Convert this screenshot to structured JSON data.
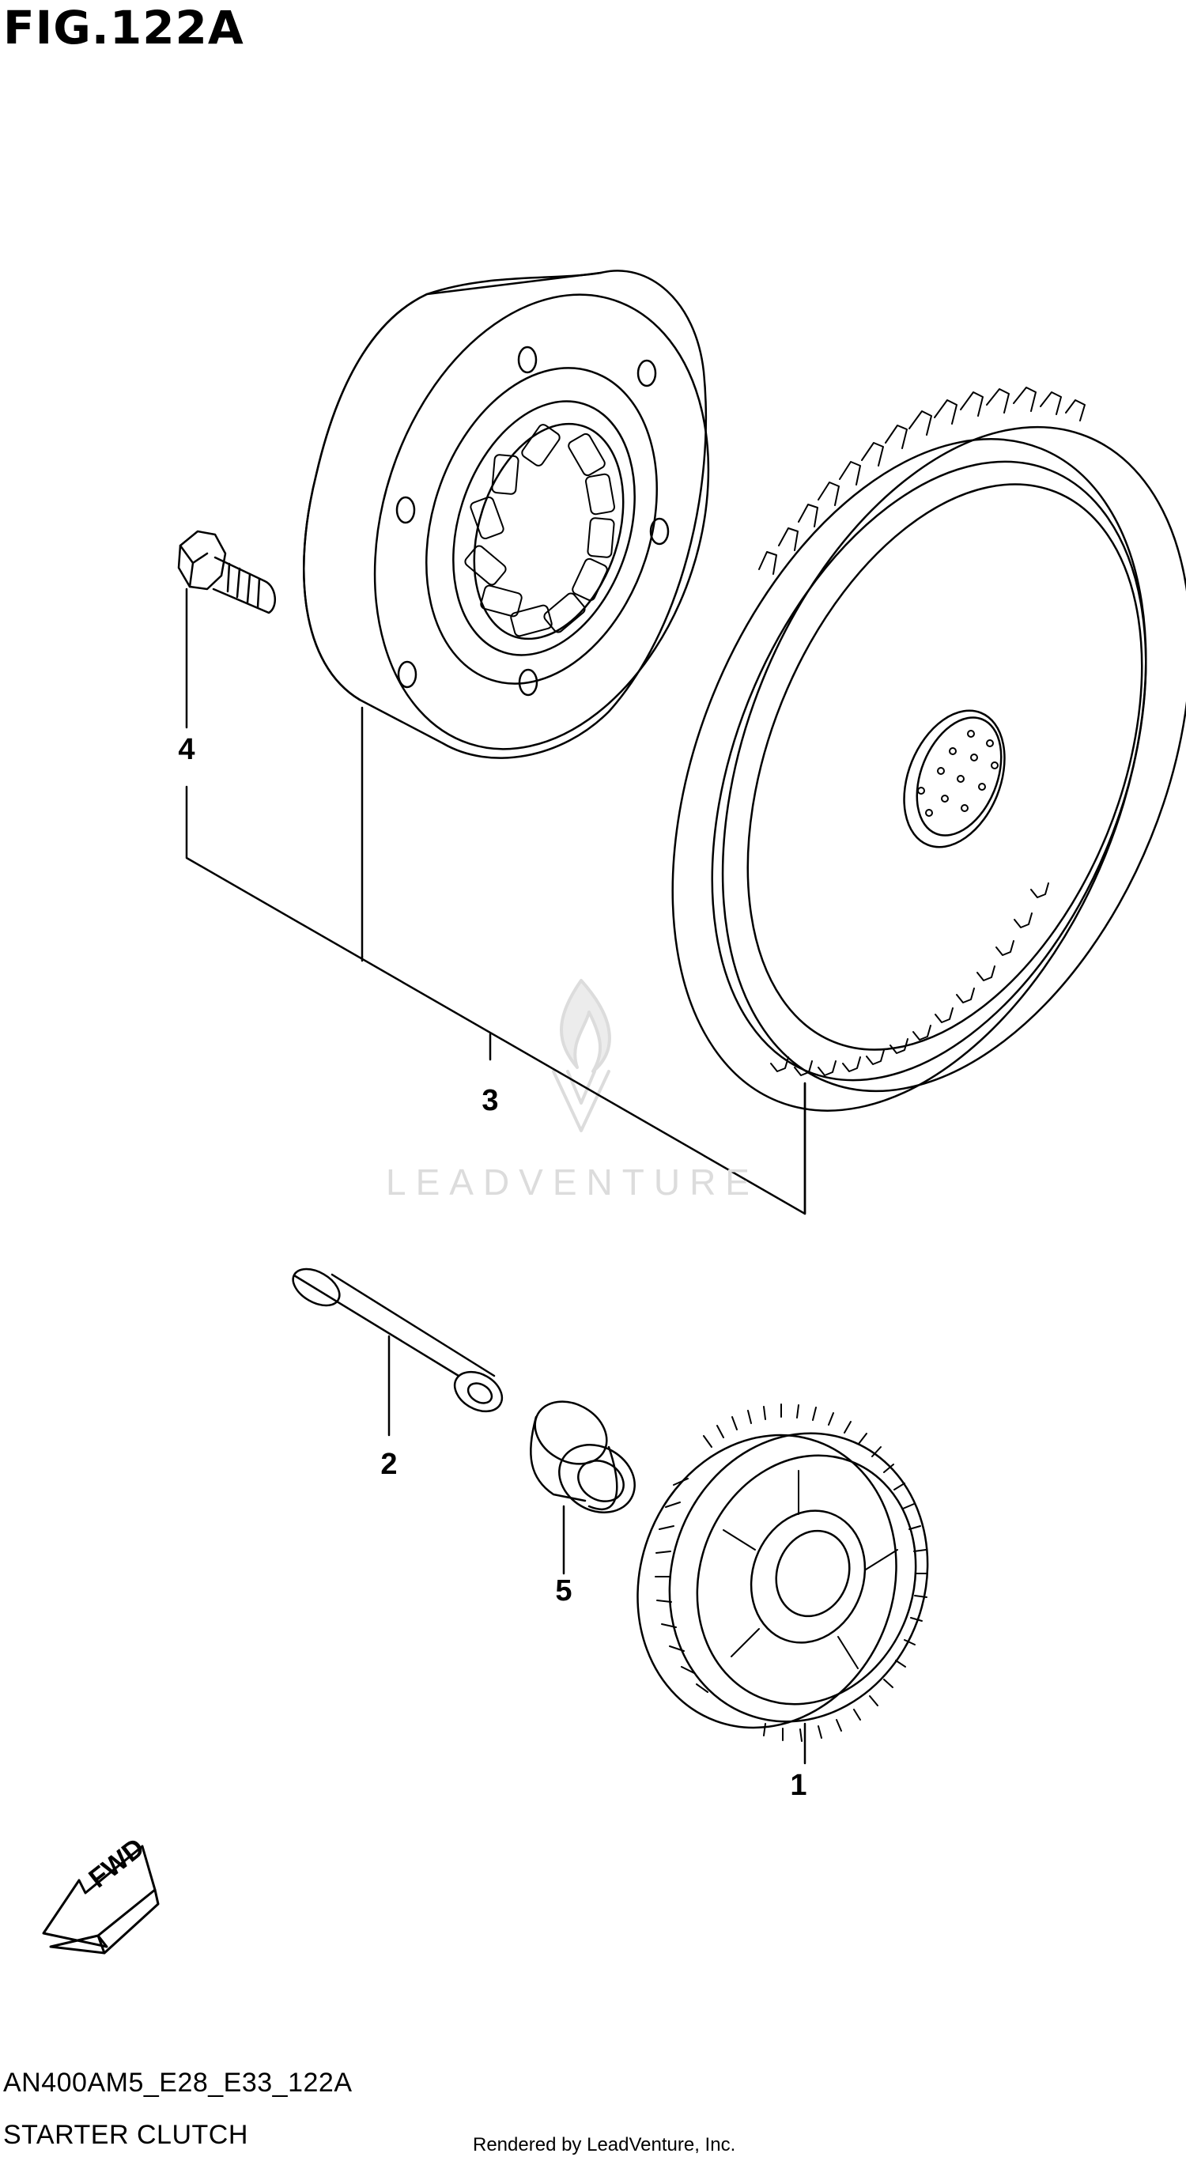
{
  "figure": {
    "title": "FIG.122A",
    "code": "AN400AM5_E28_E33_122A",
    "name": "STARTER CLUTCH"
  },
  "callouts": [
    "1",
    "2",
    "3",
    "4",
    "5"
  ],
  "badge": {
    "fwd": "FWD"
  },
  "watermark": {
    "text": "LEADVENTURE"
  },
  "footer": {
    "rendered_by": "Rendered by LeadVenture, Inc."
  },
  "colors": {
    "line": "#000000",
    "watermark": "#dcdcdc",
    "background": "#ffffff"
  }
}
